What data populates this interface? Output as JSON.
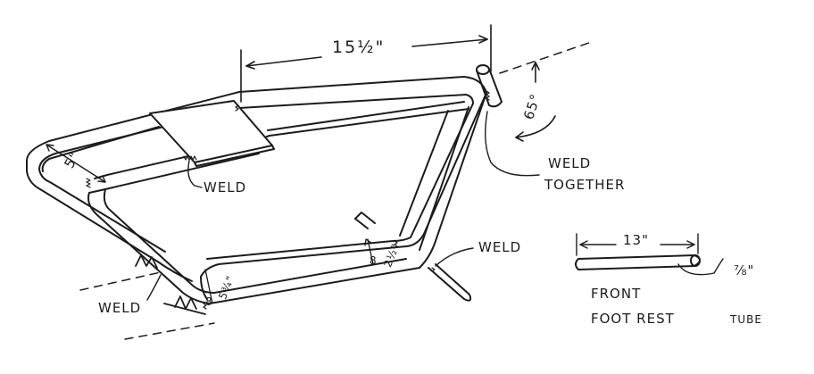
{
  "colors": {
    "ink": "#1c1c1c",
    "paper": "#ffffff"
  },
  "dimensions": {
    "top_length": "15½\"",
    "front_width": "5\"",
    "rear_angle": "65°",
    "lower_a": "5¾\"",
    "lower_a_sub": "8",
    "lower_b": "2½\"",
    "lower_b_sub": "8"
  },
  "labels": {
    "weld_plate": "WELD",
    "weld_together_1": "WELD",
    "weld_together_2": "TOGETHER",
    "weld_right": "WELD",
    "weld_left": "WELD"
  },
  "foot_rest": {
    "length": "13\"",
    "title_1": "FRONT",
    "title_2": "FOOT REST",
    "tube_size": "⅞\"",
    "tube_label": "TUBE"
  }
}
